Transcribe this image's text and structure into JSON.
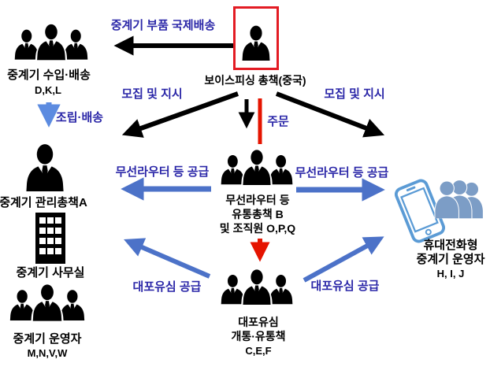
{
  "colors": {
    "background": "#ffffff",
    "edge_label": "#2b27a8",
    "black_arrow": "#000000",
    "blue_arrow": "#4c72c8",
    "light_blue_arrow": "#5c8be0",
    "red_accent": "#e51400",
    "highlight_box": "#e31b23",
    "phone_blue": "#5b9bd5",
    "people_blue": "#7c9dc6",
    "icon_black": "#000000"
  },
  "nodes": {
    "importers": {
      "line1": "중계기 수입·배송",
      "line2": "D,K,L"
    },
    "mastermind": {
      "label": "보이스피싱 총책(중국)"
    },
    "manager": {
      "label": "중계기 관리총책A"
    },
    "office": {
      "label": "중계기 사무실"
    },
    "relay_operators": {
      "line1": "중계기 운영자",
      "line2": "M,N,V,W"
    },
    "router_distributors": {
      "line1": "무선라우터 등",
      "line2": "유통총책 B",
      "line3": "및 조직원 O,P,Q"
    },
    "phone_relay_operators": {
      "line1": "휴대전화형",
      "line2": "중계기 운영자",
      "line3": "H, I, J"
    },
    "sim_distributors": {
      "line1": "대포유심",
      "line2": "개통·유통책",
      "line3": "C,E,F"
    }
  },
  "edges": {
    "intl_shipping": "중계기 부품 국제배송",
    "recruit_left": "모집 및 지시",
    "recruit_right": "모집 및 지시",
    "order": "주문",
    "assembly_delivery": "조립·배송",
    "router_supply_left": "무선라우터 등 공급",
    "router_supply_right": "무선라우터 등 공급",
    "sim_supply_left": "대포유심 공급",
    "sim_supply_right": "대포유심 공급"
  }
}
